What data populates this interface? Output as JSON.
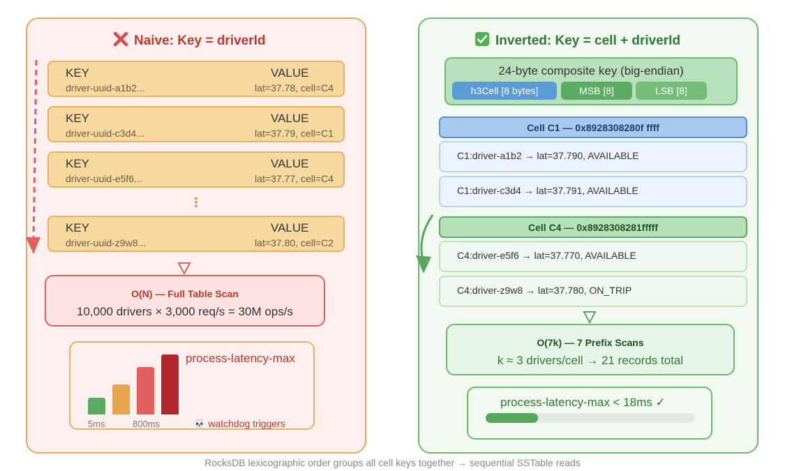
{
  "left": {
    "title": "Naive: Key = driverId",
    "records": [
      {
        "key_hdr": "KEY",
        "val_hdr": "VALUE",
        "key": "driver-uuid-a1b2...",
        "value": "lat=37.78, cell=C4"
      },
      {
        "key_hdr": "KEY",
        "val_hdr": "VALUE",
        "key": "driver-uuid-c3d4...",
        "value": "lat=37.79, cell=C1"
      },
      {
        "key_hdr": "KEY",
        "val_hdr": "VALUE",
        "key": "driver-uuid-e5f6...",
        "value": "lat=37.77, cell=C4"
      },
      {
        "key_hdr": "KEY",
        "val_hdr": "VALUE",
        "key": "driver-uuid-z9w8...",
        "value": "lat=37.80, cell=C2"
      }
    ],
    "ellipsis": "⋮",
    "scan_title": "O(N) — Full Table Scan",
    "scan_sub": "10,000 drivers × 3,000 req/s = 30M ops/s",
    "latency_label": "process-latency-max",
    "tick_low": "5ms",
    "tick_high": "800ms",
    "watchdog": "💀 watchdog triggers"
  },
  "right": {
    "title": "Inverted: Key = cell + driverId",
    "composite_title": "24-byte composite key (big-endian)",
    "chips": [
      "h3Cell [8 bytes]",
      "MSB [8]",
      "LSB [8]"
    ],
    "cell_c1": "Cell C1 — 0x8928308280f ffff",
    "c1_records": [
      "C1:driver-a1b2 → lat=37.790, AVAILABLE",
      "C1:driver-c3d4 → lat=37.791, AVAILABLE"
    ],
    "cell_c4": "Cell C4 — 0x8928308281fffff",
    "c4_records": [
      "C4:driver-e5f6 → lat=37.770, AVAILABLE",
      "C4:driver-z9w8 → lat=37.780, ON_TRIP"
    ],
    "prefix_title": "O(7k) — 7 Prefix Scans",
    "prefix_sub": "k ≈ 3 drivers/cell → 21 records total",
    "good_label": "process-latency-max < 18ms ✓",
    "progress_fraction": 0.25
  },
  "caption": "RocksDB lexicographic order groups all cell keys together → sequential SSTable reads",
  "colors": {
    "bad": "#c0392b",
    "good": "#2e7d32",
    "bar_green": "#5aab62",
    "bar_orange": "#e8a64a",
    "bar_red": "#e06060",
    "bar_darkred": "#b3282d",
    "chip_blue": "#5b9bd5",
    "chip_green": "#5cab62",
    "chip_green_light": "#74bd79"
  }
}
